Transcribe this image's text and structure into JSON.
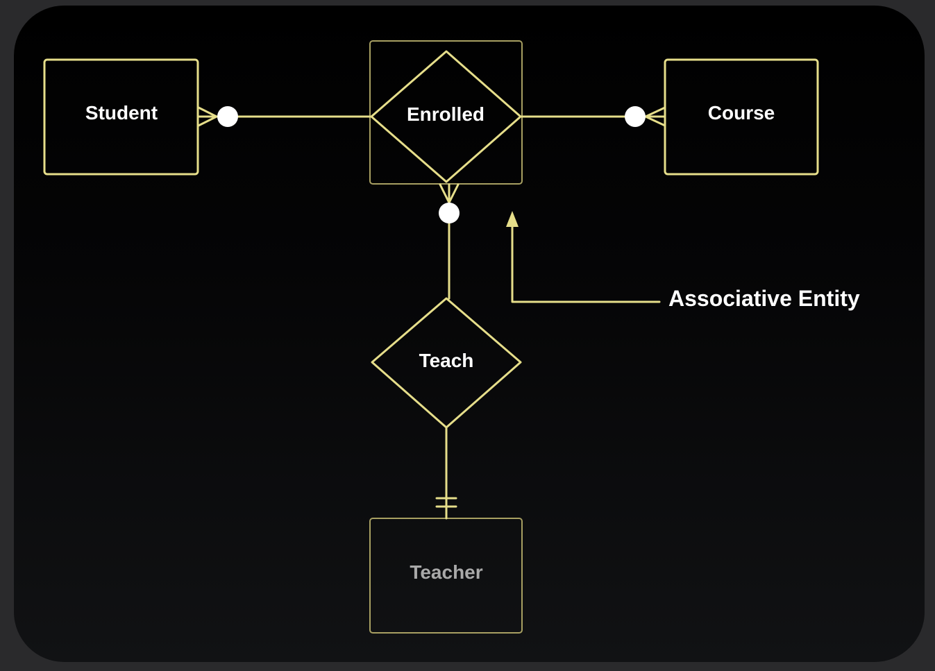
{
  "diagram": {
    "entities": {
      "student": "Student",
      "course": "Course",
      "teacher": "Teacher"
    },
    "relationships": {
      "enrolled": "Enrolled",
      "teach": "Teach"
    },
    "annotation": {
      "label": "Associative Entity"
    },
    "colors": {
      "stroke": "#e6de8a",
      "stroke_dim": "#a8a062",
      "text": "#ffffff",
      "text_dim": "#a9a9a9",
      "dot": "#ffffff",
      "background": "#000000"
    }
  }
}
